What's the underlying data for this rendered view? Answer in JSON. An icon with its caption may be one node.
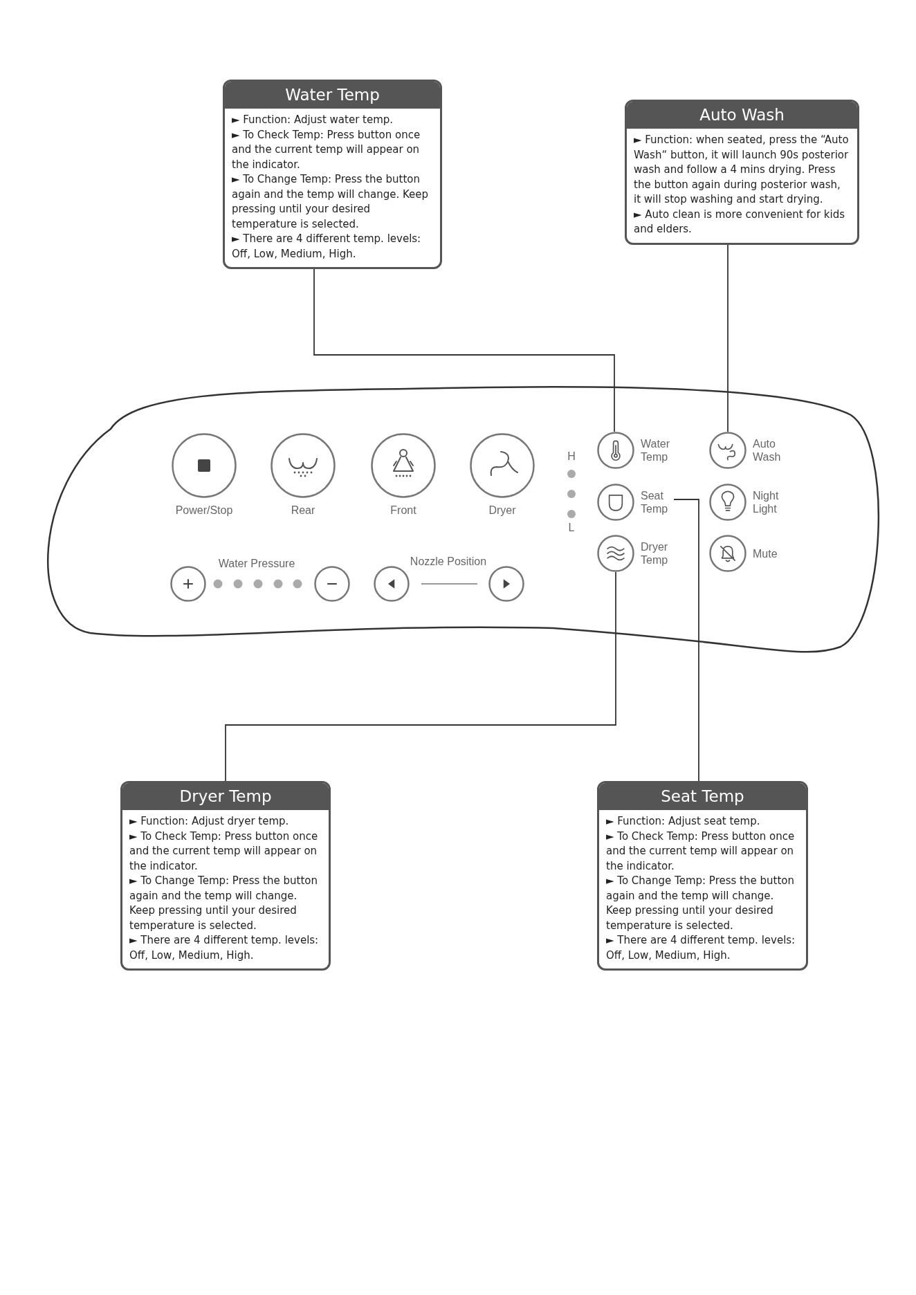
{
  "diagram": {
    "nodes": [
      {
        "text": [
          "Water Temp",
          "► Function: Adjust water temp.",
          "► To Check Temp: Press button once and the current temp will appear on the indicator.",
          "► To Change Temp: Press the button again and the temp will change. Keep pressing until your desired temperature is selected.",
          "► There are 4 different temp. levels: Off, Low, Medium, High."
        ]
      },
      {
        "text": [
          "Auto Wash",
          "► Function: when seated, press the “Auto Wash“ button, it will launch 90s posterior wash and follow a 4 mins drying. Press the button again during posterior wash, it will stop washing and start drying.",
          "► Auto clean is more convenient for kids and elders."
        ]
      },
      {
        "text": [
          "Power/Stop"
        ]
      },
      {
        "text": [
          "Rear"
        ]
      },
      {
        "text": [
          "Front"
        ]
      },
      {
        "text": [
          "Dryer"
        ]
      },
      {
        "text": [
          "Water Temp"
        ]
      },
      {
        "text": [
          "Auto Wash"
        ]
      },
      {
        "text": [
          "Seat Temp"
        ]
      },
      {
        "text": [
          "Night Light"
        ]
      },
      {
        "text": [
          "Dryer Temp"
        ]
      },
      {
        "text": [
          "Mute"
        ]
      },
      {
        "text": [],
        "shape": "circle"
      },
      {
        "text": [],
        "shape": "circle"
      },
      {
        "text": [],
        "shape": "circle"
      },
      {
        "text": [],
        "shape": "circle"
      },
      {
        "text": [
          "Dryer Temp",
          "► Function: Adjust dryer temp.",
          "► To Check Temp: Press button once and the current temp will appear on the indicator.",
          "► To Change Temp: Press the button again and the temp will change. Keep pressing until your desired temperature is selected.",
          "► There are 4 different temp. levels: Off, Low, Medium, High."
        ]
      },
      {
        "text": [
          "Seat Temp",
          "► Function: Adjust seat temp.",
          "► To Check Temp: Press button once and the current temp will appear on the indicator.",
          "► To Change Temp: Press the button again and the temp will change. Keep pressing until your desired temperature is selected.",
          "► There are 4 different temp. levels: Off, Low, Medium, High."
        ]
      }
    ],
    "edges": [
      {
        "from": 0,
        "to": 6,
        "arrow": "none"
      },
      {
        "from": 1,
        "to": 7,
        "arrow": "none"
      },
      {
        "from": 16,
        "to": 10,
        "arrow": "none"
      },
      {
        "from": 17,
        "to": 8,
        "arrow": "none"
      }
    ],
    "labels": [
      "H",
      "L",
      "Water Pressure",
      "Nozzle Position"
    ]
  }
}
